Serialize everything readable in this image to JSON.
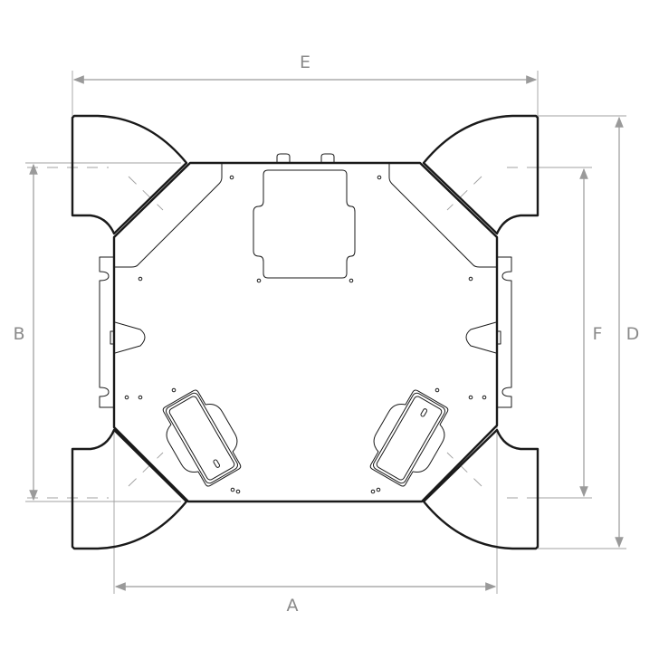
{
  "diagram": {
    "dimensions": {
      "width_between_body_sides": "A",
      "height_left": "B",
      "overall_height": "D",
      "overall_width": "E",
      "height_right": "F"
    }
  }
}
